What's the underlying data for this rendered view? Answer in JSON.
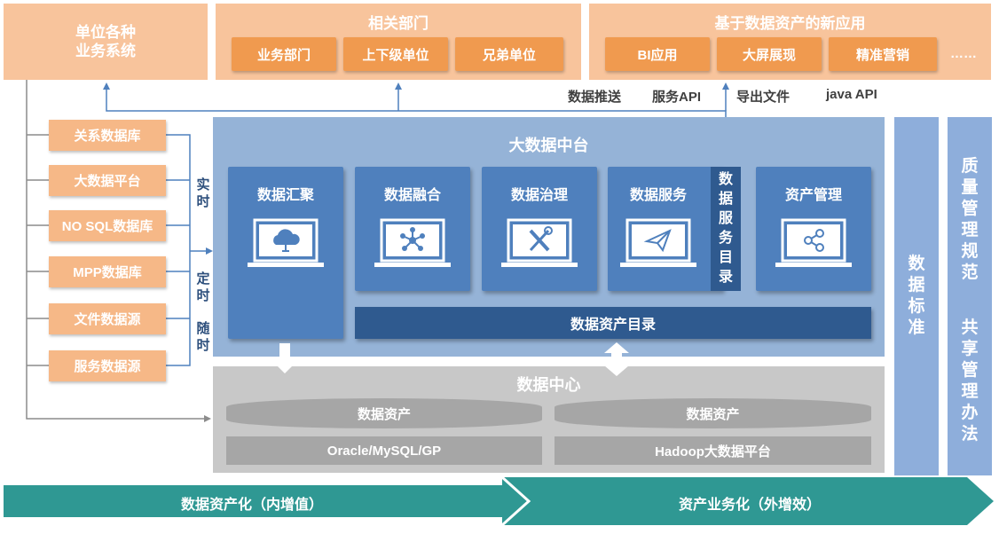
{
  "unit_systems": "单位各种\n业务系统",
  "dept": {
    "title": "相关部门",
    "items": [
      "业务部门",
      "上下级单位",
      "兄弟单位"
    ]
  },
  "apps": {
    "title": "基于数据资产的新应用",
    "items": [
      "BI应用",
      "大屏展现",
      "精准营销",
      "……"
    ]
  },
  "interfaces": [
    "数据推送",
    "服务API",
    "导出文件",
    "java API"
  ],
  "sources": [
    "关系数据库",
    "大数据平台",
    "NO SQL数据库",
    "MPP数据库",
    "文件数据源",
    "服务数据源"
  ],
  "timing": {
    "realtime": "实时",
    "scheduled": "定时",
    "anytime": "随时"
  },
  "platform": {
    "title": "大数据中台",
    "modules": [
      "数据汇聚",
      "数据融合",
      "数据治理",
      "数据服务",
      "资产管理"
    ],
    "service_catalog": "数据服务目录",
    "asset_catalog": "数据资产目录"
  },
  "data_center": {
    "title": "数据中心",
    "left_asset": "数据资产",
    "right_asset": "数据资产",
    "left_db": "Oracle/MySQL/GP",
    "right_db": "Hadoop大数据平台"
  },
  "standard": "数据标准",
  "quality": "质量管理规范",
  "sharing": "共享管理办法",
  "bottom": {
    "left": "数据资产化（内增值）",
    "right": "资产业务化（外增效）"
  },
  "colors": {
    "peach": "#f8c49c",
    "orange": "#f09a4f",
    "platform_bg": "#95b3d7",
    "module": "#4f80bd",
    "catalog": "#2f5a8f",
    "grey_panel": "#c8c8c8",
    "teal_arrow": "#2f9893"
  }
}
